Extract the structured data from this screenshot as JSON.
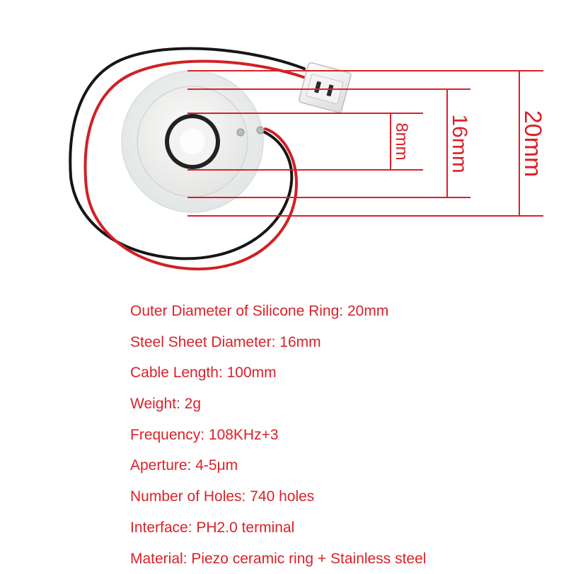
{
  "figure": {
    "dimension_labels": {
      "inner": "8mm",
      "middle": "16mm",
      "outer": "20mm"
    },
    "accent_color": "#d9222a"
  },
  "specs": [
    "Outer Diameter of Silicone Ring: 20mm",
    "Steel Sheet Diameter: 16mm",
    "Cable Length: 100mm",
    "Weight: 2g",
    "Frequency: 108KHz+3",
    "Aperture: 4-5μm",
    "Number of Holes: 740 holes",
    "Interface: PH2.0 terminal",
    "Material: Piezo ceramic ring + Stainless steel"
  ]
}
